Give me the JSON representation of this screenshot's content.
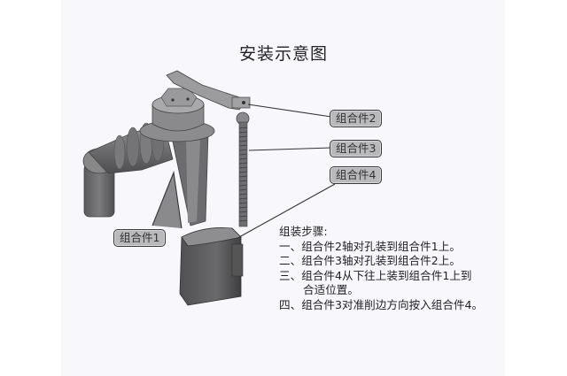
{
  "title": "安装示意图",
  "callouts": {
    "assembly1": "组合件1",
    "assembly2": "组合件2",
    "assembly3": "组合件3",
    "assembly4": "组合件4"
  },
  "steps": {
    "heading": "组装步骤:",
    "items": [
      {
        "prefix": "一、",
        "text": "组合件2轴对孔装到组合件1上。"
      },
      {
        "prefix": "二、",
        "text": "组合件3轴对孔装到组合件2上。"
      },
      {
        "prefix": "三、",
        "text": "组合件4从下往上装到组合件1上到",
        "continuation": "合适位置。"
      },
      {
        "prefix": "四、",
        "text": "组合件3对准削边方向按入组合件4。"
      }
    ]
  },
  "colors": {
    "background": "#ffffff",
    "scan_area": "#f8f7fc",
    "callout_fill": "#b9b9bb",
    "part_grey": "#8a8a8c"
  }
}
